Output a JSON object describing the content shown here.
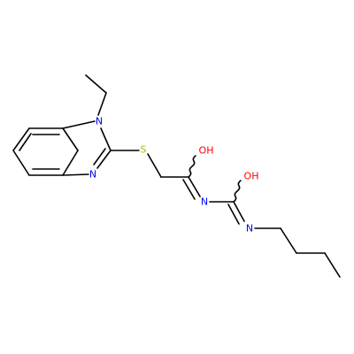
{
  "molecule": {
    "atom_labels": {
      "n_ring1": "N",
      "n_ring2": "N",
      "s": "S",
      "oh1": "OH",
      "oh2": "OH",
      "n_imine1": "N",
      "n_imine2": "N"
    }
  },
  "colors": {
    "bond": "#000000",
    "nitrogen": "#0000ff",
    "sulfur": "#b5b500",
    "oxygen": "#ff0000",
    "background": "#ffffff"
  }
}
